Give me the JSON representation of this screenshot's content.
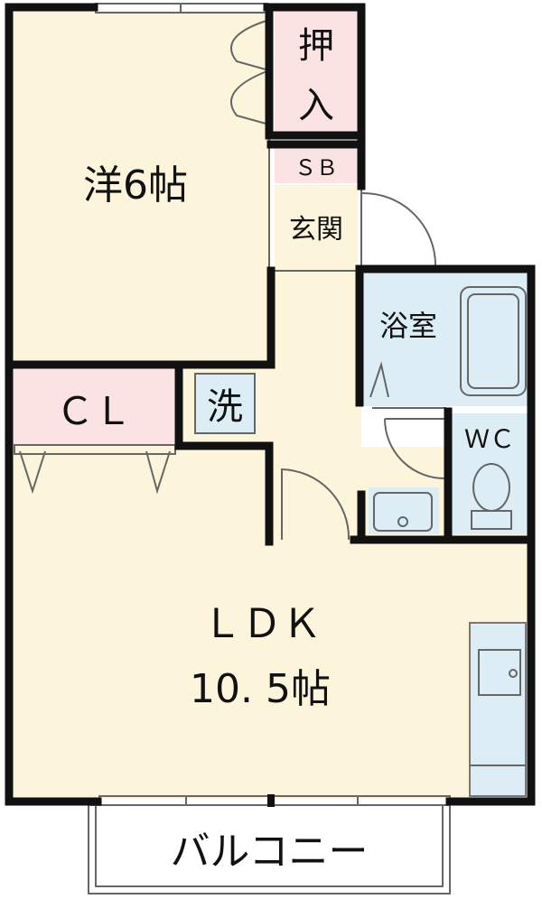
{
  "rooms": {
    "western": "洋6帖",
    "closet": "ＣＬ",
    "oshiire_top": "押",
    "oshiire_bottom": "入",
    "shoe_box": "ＳＢ",
    "entrance": "玄関",
    "bath": "浴室",
    "wash": "洗",
    "wc": "ＷＣ",
    "ldk_name": "ＬＤＫ",
    "ldk_size": "10. 5帖",
    "balcony": "バルコニー"
  },
  "colors": {
    "floor": "#fcf5dc",
    "storage": "#fbe3e4",
    "wet": "#dcedf5",
    "wall": "#111111"
  }
}
